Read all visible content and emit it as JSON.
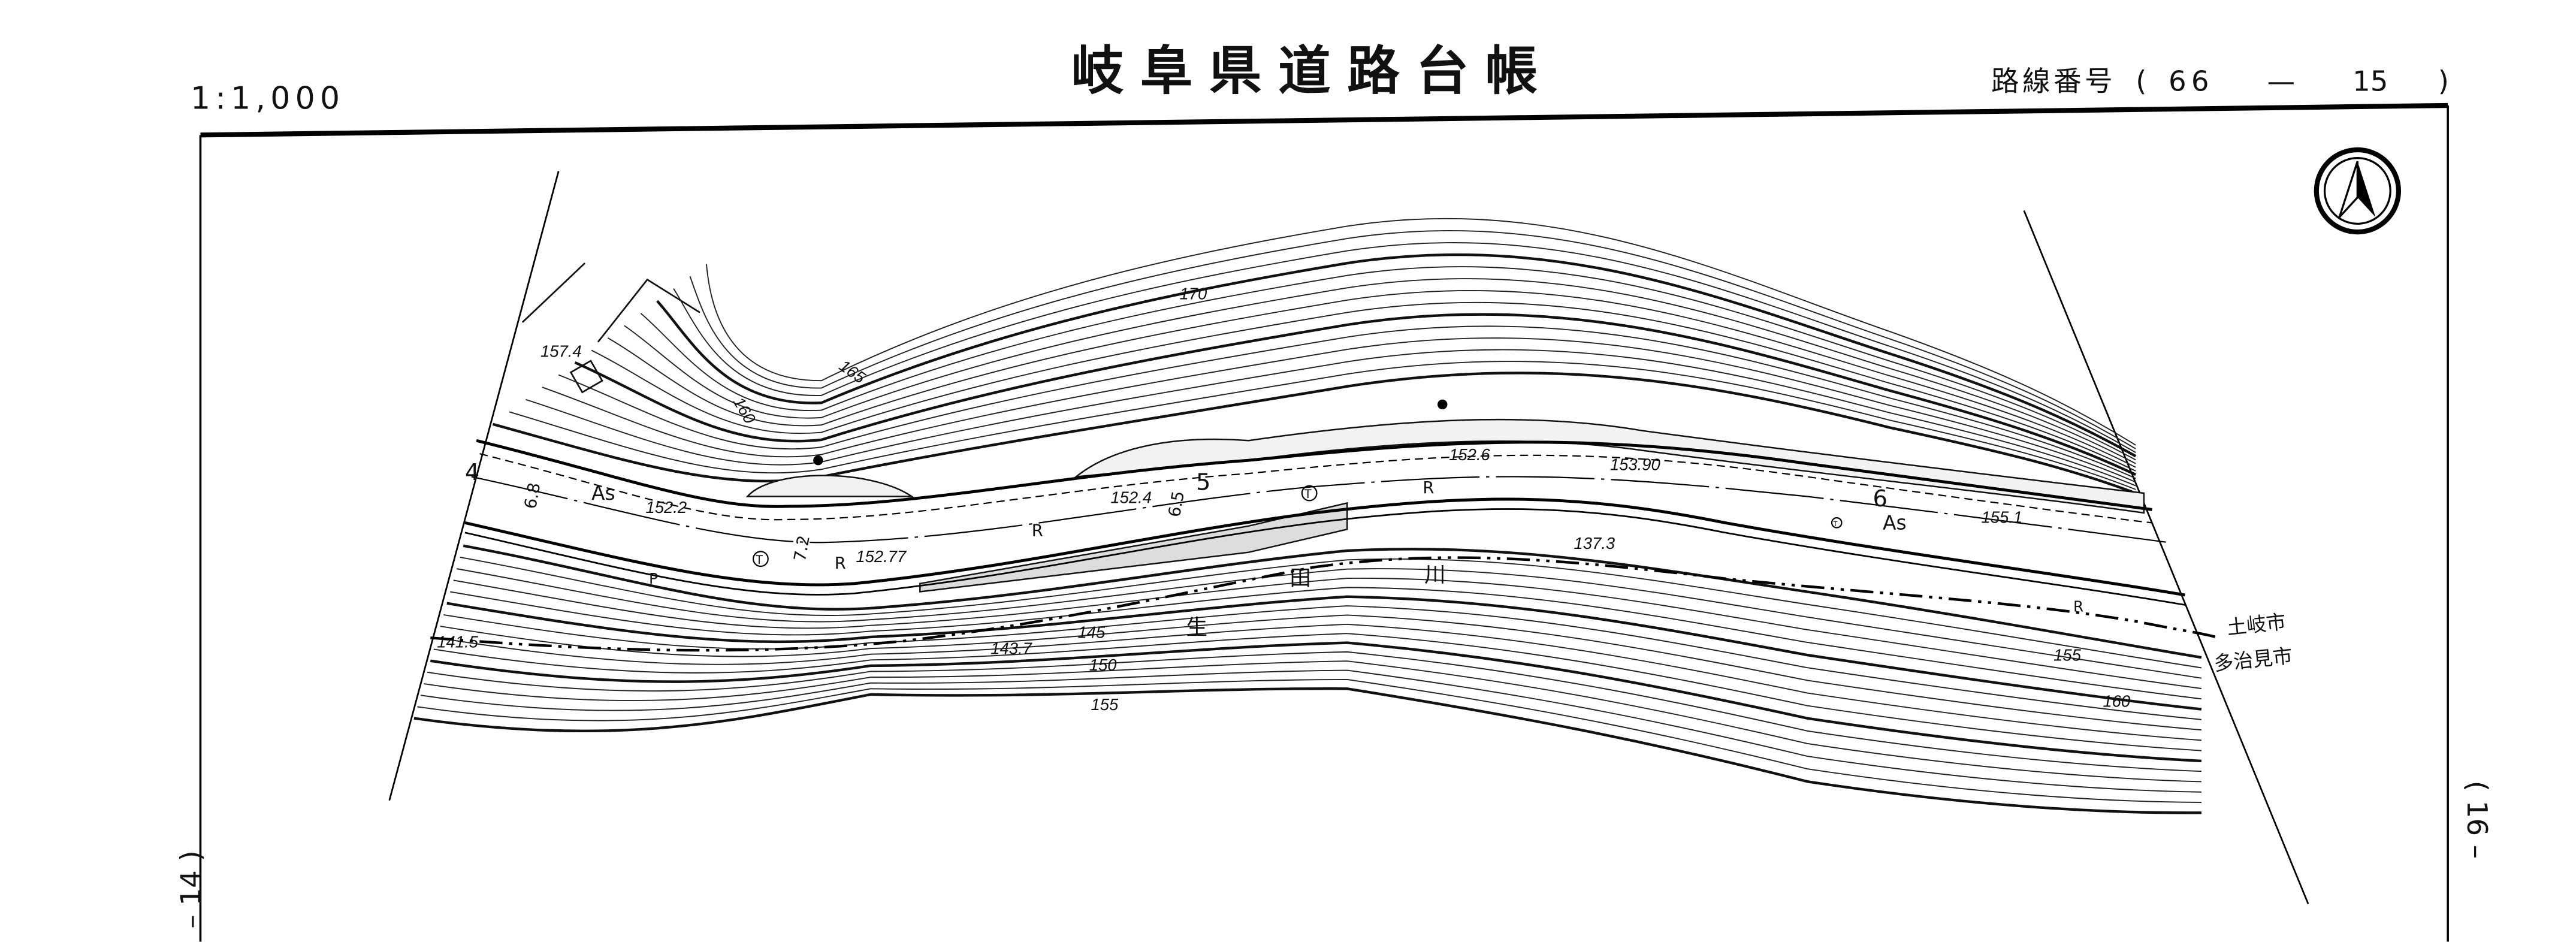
{
  "header": {
    "title": "岐阜県道路台帳",
    "scale": "1:1,000",
    "route_number_label": "路線番号",
    "route_number_open": "(",
    "route_number_major": "66",
    "route_number_dash": "—",
    "route_number_minor": "15",
    "route_number_close": ")"
  },
  "adjacent_sheets": {
    "left": "– 14 )",
    "right": "( 16 –"
  },
  "north_arrow": {
    "icon": "north-arrow-icon"
  },
  "map": {
    "stations": [
      "4",
      "5",
      "6"
    ],
    "road_widths": [
      "6.8",
      "6.5",
      "7.2"
    ],
    "surface_labels": [
      "As",
      "As"
    ],
    "lane_labels": [
      "R",
      "R",
      "R",
      "R"
    ],
    "p_label": "P",
    "t_markers": [
      "T",
      "T",
      "T"
    ],
    "spot_heights": [
      "157.4",
      "152.2",
      "152.4",
      "152.6",
      "153.90",
      "155.1",
      "152.77",
      "137.3",
      "141.5",
      "143.7"
    ],
    "contour_labels": [
      "170",
      "165",
      "160",
      "145",
      "150",
      "155",
      "155",
      "160"
    ],
    "river_chars": [
      "生",
      "田",
      "川"
    ],
    "boundary_cities": [
      "土岐市",
      "多治見市"
    ]
  }
}
